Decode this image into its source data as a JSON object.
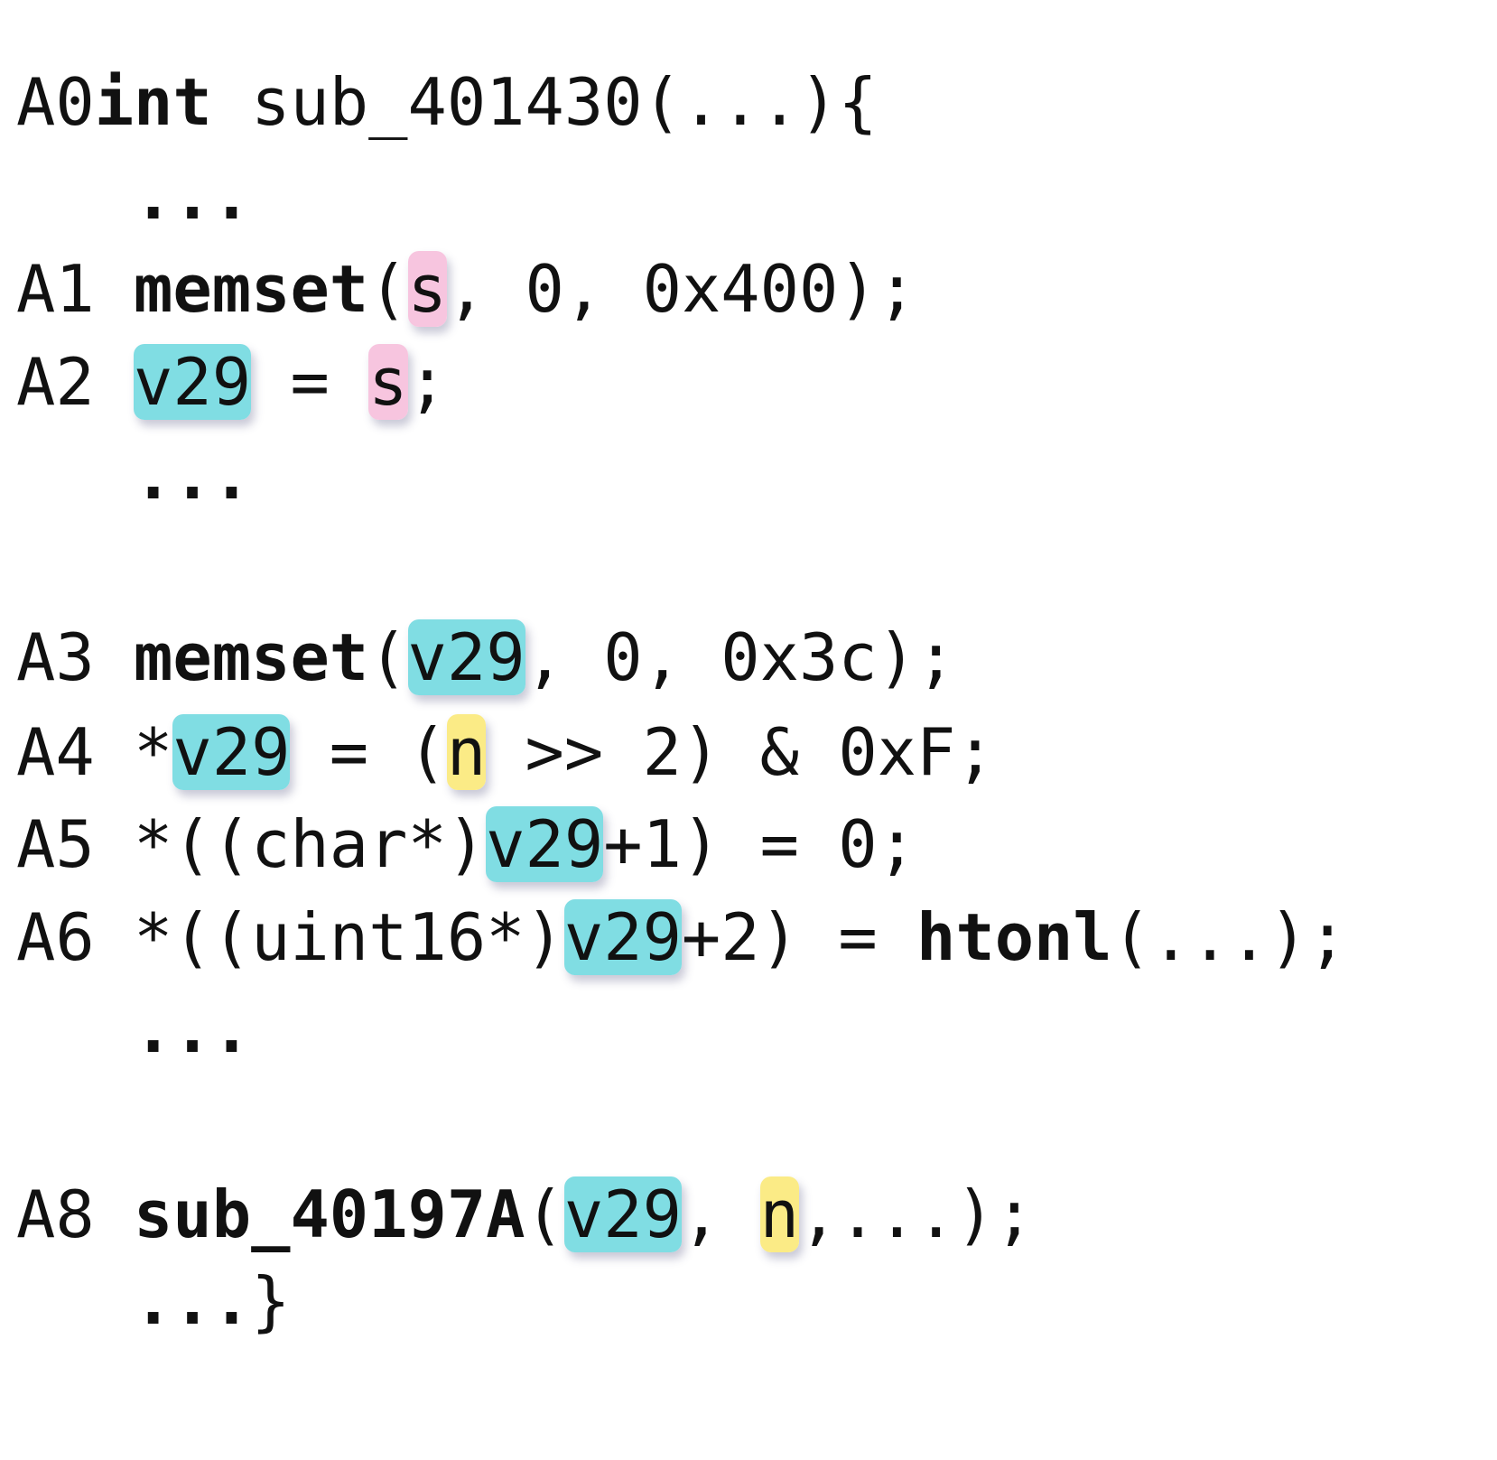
{
  "colors": {
    "text": "#111111",
    "highlight_v29": "#80DDE3",
    "highlight_s": "#F7C5DF",
    "highlight_n": "#FBEB86"
  },
  "lines": [
    {
      "id": "A0",
      "segments": [
        {
          "t": "A0"
        },
        {
          "t": "int",
          "bold": true
        },
        {
          "t": " sub_401430(...){"
        }
      ]
    },
    {
      "id": "dots1",
      "segments": [
        {
          "t": "   ...",
          "bold": true
        }
      ]
    },
    {
      "id": "A1",
      "segments": [
        {
          "t": "A1 "
        },
        {
          "t": "memset",
          "bold": true
        },
        {
          "t": "("
        },
        {
          "t": "s",
          "hl": "s"
        },
        {
          "t": ", 0, 0x400);"
        }
      ]
    },
    {
      "id": "A2",
      "segments": [
        {
          "t": "A2 "
        },
        {
          "t": "v29",
          "hl": "v29"
        },
        {
          "t": " = "
        },
        {
          "t": "s",
          "hl": "s"
        },
        {
          "t": ";"
        }
      ]
    },
    {
      "id": "dots2",
      "segments": [
        {
          "t": "   ...",
          "bold": true
        }
      ]
    },
    {
      "id": "A3",
      "segments": [
        {
          "t": "A3 "
        },
        {
          "t": "memset",
          "bold": true
        },
        {
          "t": "("
        },
        {
          "t": "v29",
          "hl": "v29"
        },
        {
          "t": ", 0, 0x3c);"
        }
      ]
    },
    {
      "id": "A4",
      "segments": [
        {
          "t": "A4 *"
        },
        {
          "t": "v29",
          "hl": "v29"
        },
        {
          "t": " = ("
        },
        {
          "t": "n",
          "hl": "n"
        },
        {
          "t": " >> 2) & 0xF;"
        }
      ]
    },
    {
      "id": "A5",
      "segments": [
        {
          "t": "A5 *((char*)"
        },
        {
          "t": "v29",
          "hl": "v29"
        },
        {
          "t": "+1) = 0;"
        }
      ]
    },
    {
      "id": "A6",
      "segments": [
        {
          "t": "A6 *((uint16*)"
        },
        {
          "t": "v29",
          "hl": "v29"
        },
        {
          "t": "+2) = "
        },
        {
          "t": "htonl",
          "bold": true
        },
        {
          "t": "(...);"
        }
      ]
    },
    {
      "id": "dots3",
      "segments": [
        {
          "t": "   ...",
          "bold": true
        }
      ]
    },
    {
      "id": "A8",
      "segments": [
        {
          "t": "A8 "
        },
        {
          "t": "sub_40197A",
          "bold": true
        },
        {
          "t": "("
        },
        {
          "t": "v29",
          "hl": "v29"
        },
        {
          "t": ", "
        },
        {
          "t": "n",
          "hl": "n"
        },
        {
          "t": ",...);"
        }
      ]
    },
    {
      "id": "end",
      "segments": [
        {
          "t": "   ...",
          "bold": true
        },
        {
          "t": "}"
        }
      ]
    }
  ]
}
